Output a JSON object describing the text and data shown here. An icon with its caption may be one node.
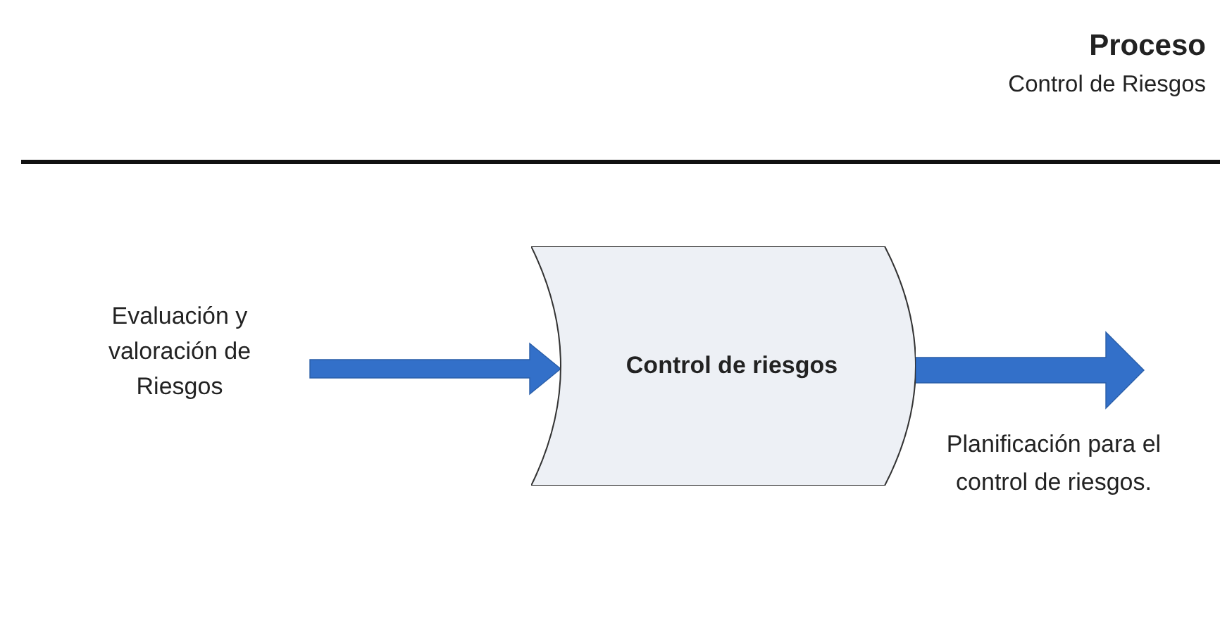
{
  "diagram": {
    "title": "Proceso",
    "nodes": [
      {
        "text": [
          "Evaluación y valoración de Riesgos"
        ]
      },
      {
        "text": [
          "Control de riesgos"
        ]
      }
    ],
    "edges": [
      {
        "from": 0,
        "to": 1,
        "arrow": "to"
      },
      {
        "from": 1,
        "to": null,
        "arrow": "to"
      }
    ],
    "labels": [
      "Control de Riesgos",
      "Planificación para el control de riesgos."
    ]
  }
}
